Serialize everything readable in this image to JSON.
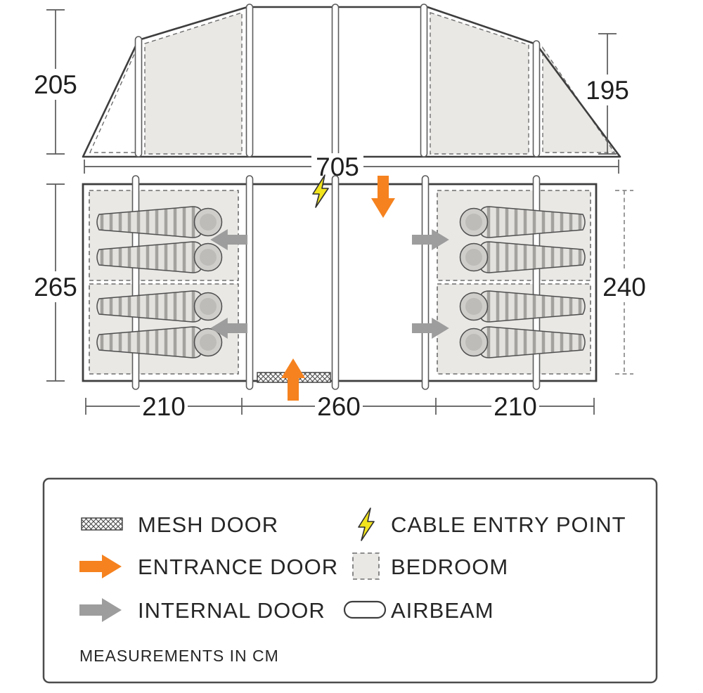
{
  "dimensions": {
    "elevation_left": "205",
    "elevation_right": "195",
    "total_width": "705",
    "plan_left_depth": "265",
    "plan_right_depth": "240",
    "bottom_left": "210",
    "bottom_center": "260",
    "bottom_right": "210"
  },
  "legend": {
    "mesh_door": "MESH DOOR",
    "entrance_door": "ENTRANCE DOOR",
    "internal_door": "INTERNAL DOOR",
    "cable_entry": "CABLE ENTRY POINT",
    "bedroom": "BEDROOM",
    "airbeam": "AIRBEAM",
    "note": "MEASUREMENTS IN CM"
  },
  "colors": {
    "entrance_arrow": "#f5821f",
    "internal_arrow": "#9d9d9d",
    "bedroom_fill": "#e9e8e5",
    "cable_bolt": "#f2e41c",
    "outline": "#3e3e3e"
  }
}
